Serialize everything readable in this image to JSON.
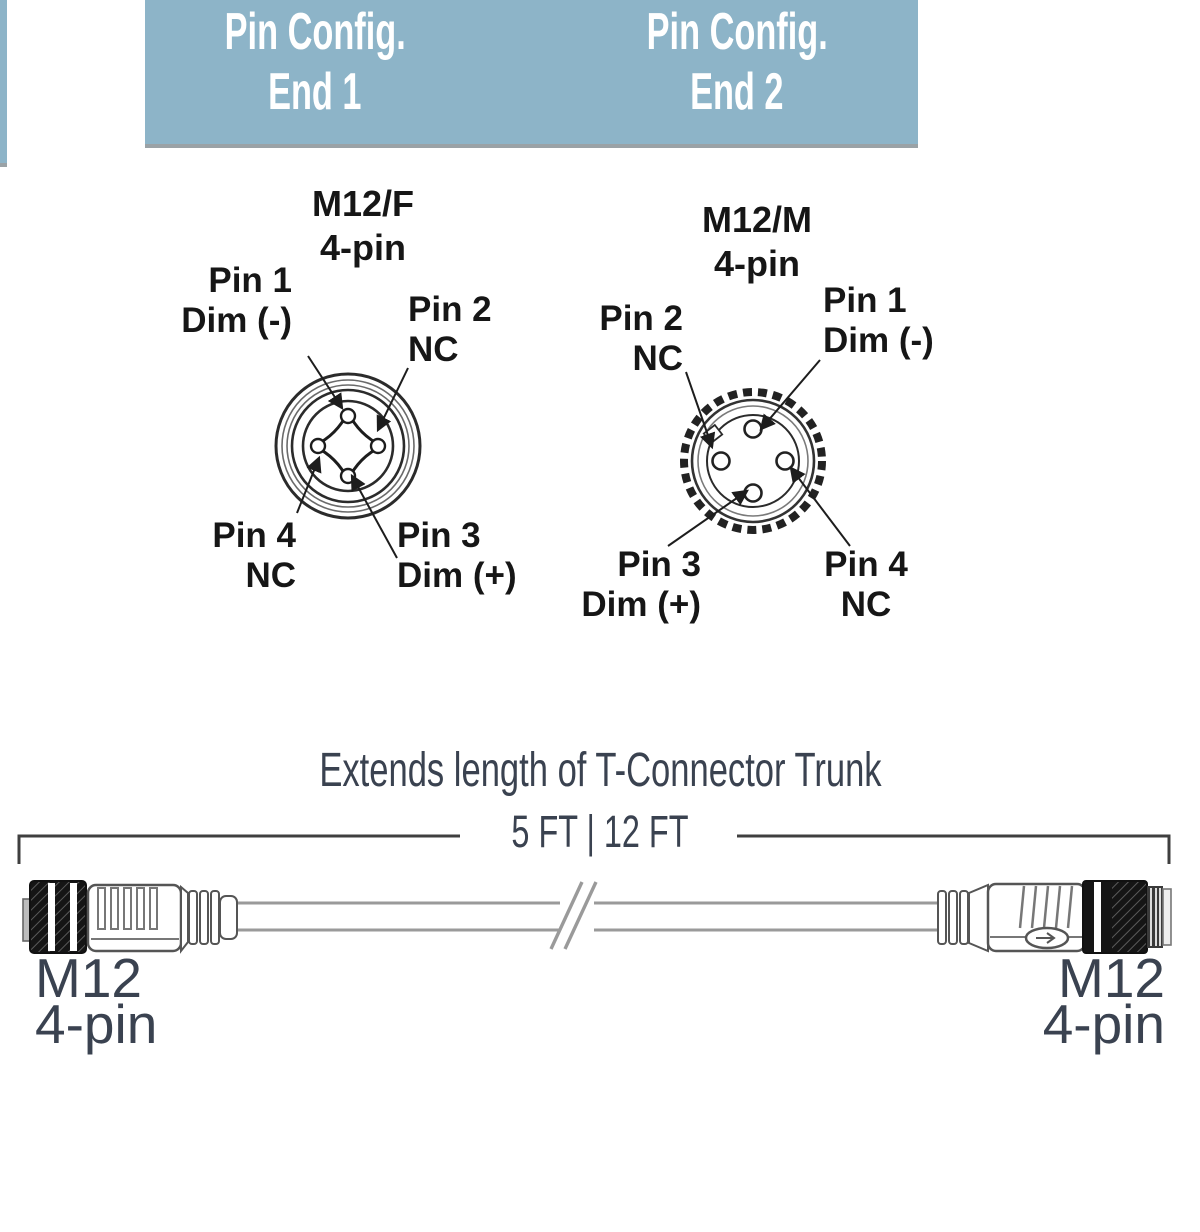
{
  "header": {
    "columns": [
      {
        "line1": "Pin Config.",
        "line2": "End 1"
      },
      {
        "line1": "Pin Config.",
        "line2": "End 2"
      }
    ]
  },
  "end1": {
    "type_line1": "M12/F",
    "type_line2": "4-pin",
    "pin1": {
      "line1": "Pin 1",
      "line2": "Dim (-)"
    },
    "pin2": {
      "line1": "Pin 2",
      "line2": "NC"
    },
    "pin3": {
      "line1": "Pin 3",
      "line2": "Dim (+)"
    },
    "pin4": {
      "line1": "Pin 4",
      "line2": "NC"
    }
  },
  "end2": {
    "type_line1": "M12/M",
    "type_line2": "4-pin",
    "pin1": {
      "line1": "Pin 1",
      "line2": "Dim (-)"
    },
    "pin2": {
      "line1": "Pin 2",
      "line2": "NC"
    },
    "pin3": {
      "line1": "Pin 3",
      "line2": "Dim (+)"
    },
    "pin4": {
      "line1": "Pin 4",
      "line2": "NC"
    }
  },
  "trunk": {
    "caption": "Extends length of T-Connector Trunk",
    "length_label": "5 FT | 12 FT",
    "left_end": {
      "line1": "M12",
      "line2": "4-pin"
    },
    "right_end": {
      "line1": "M12",
      "line2": "4-pin"
    }
  },
  "colors": {
    "header_bg": "#8db4c8",
    "header_text": "#ffffff",
    "label_text": "#161616",
    "slate_text": "#3a4250",
    "cable_gray": "#9a9a9a",
    "dim_line": "#3f3f3f",
    "outline_gray": "#555555",
    "knurl_black": "#151515"
  }
}
